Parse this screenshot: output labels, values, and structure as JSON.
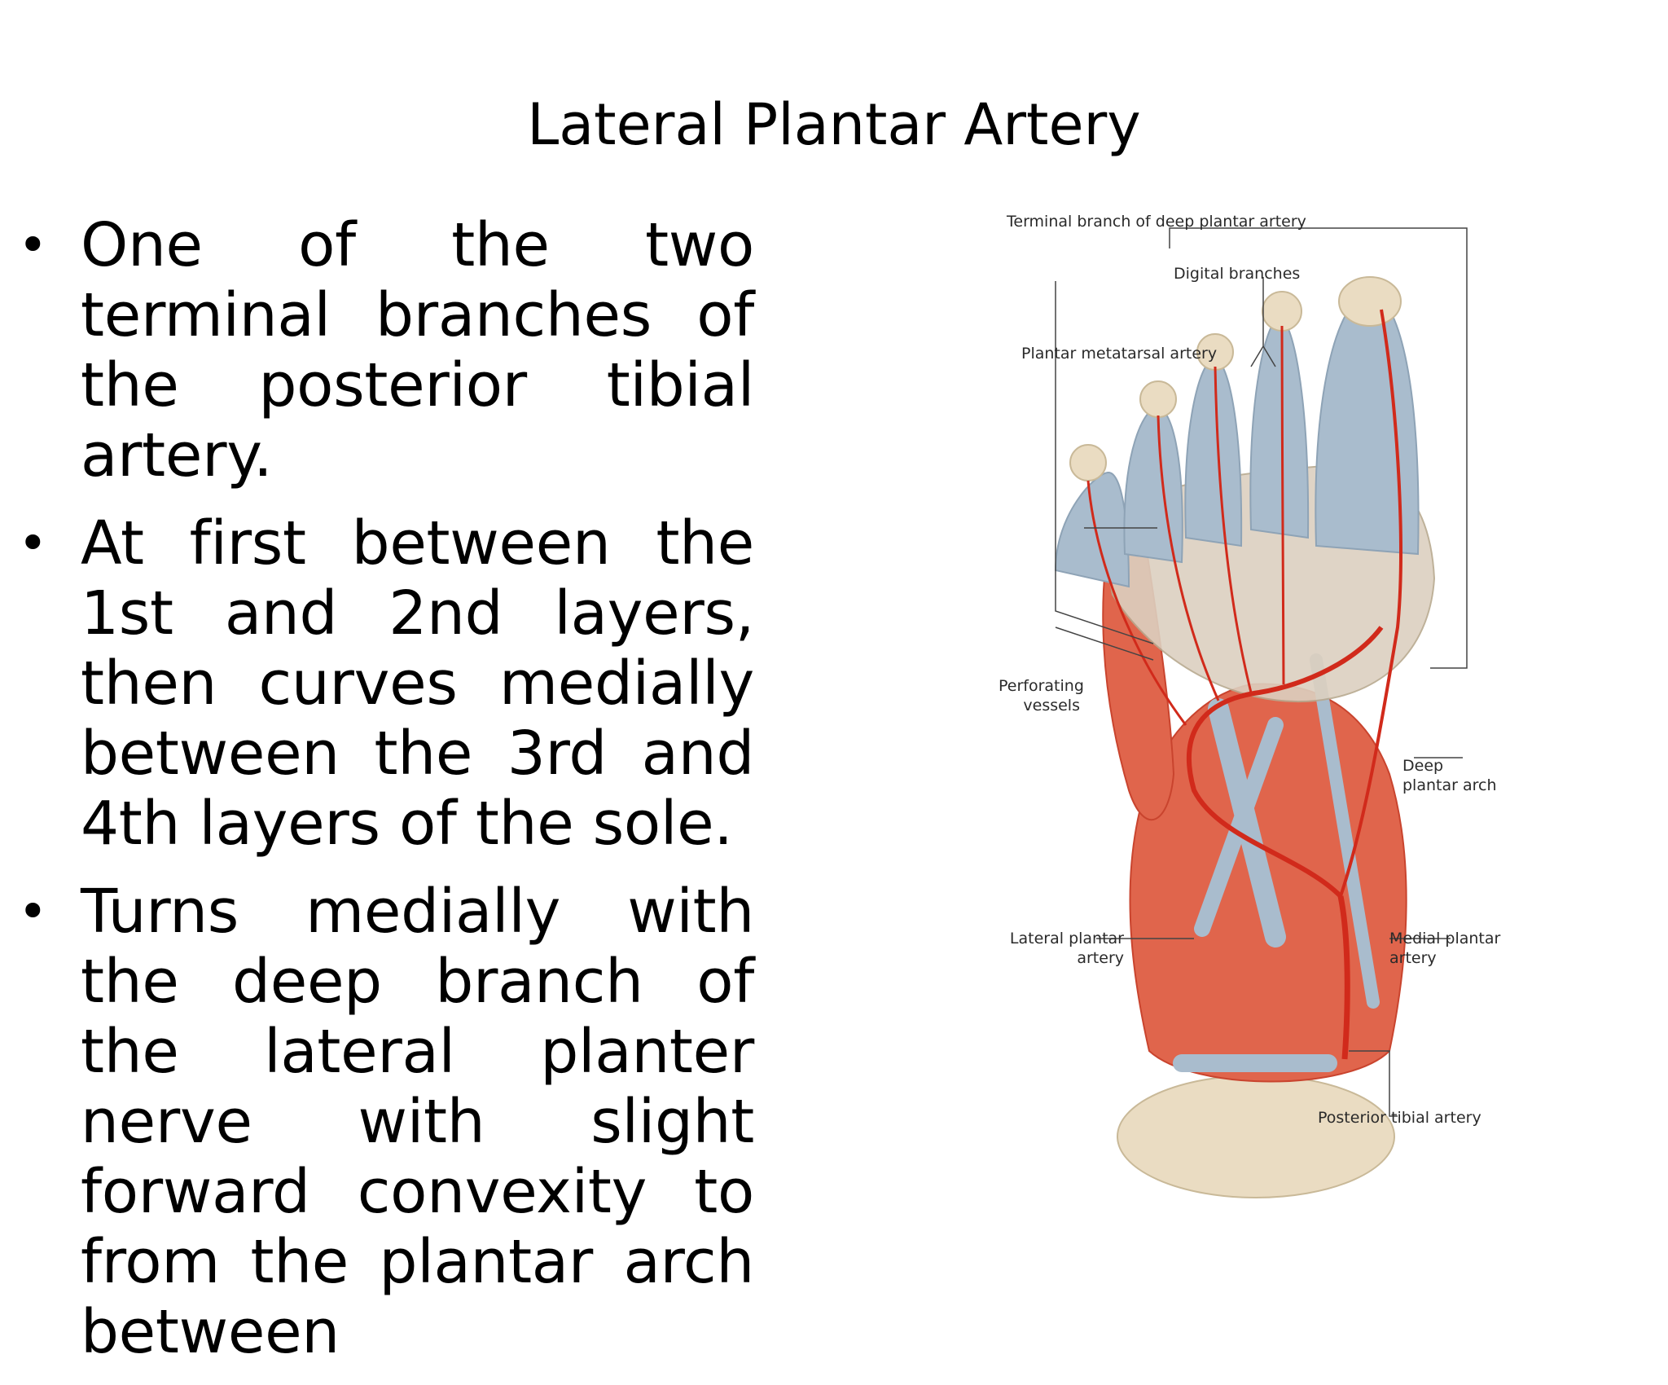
{
  "slide": {
    "title": "Lateral Plantar Artery",
    "bullets": [
      "One of the two terminal branches of the posterior tibial artery.",
      "At first between the 1st and 2nd layers, then curves medially between the 3rd and 4th layers of the sole.",
      "Turns medially with the deep branch of the lateral planter nerve with slight forward convexity to from the plantar arch between"
    ]
  },
  "figure": {
    "labels": {
      "terminal_branch": "Terminal branch of deep plantar artery",
      "digital_branches": "Digital branches",
      "plantar_metatarsal": "Plantar metatarsal artery",
      "perforating_1": "Perforating",
      "perforating_2": "vessels",
      "deep_arch_1": "Deep",
      "deep_arch_2": "plantar arch",
      "lateral_plantar_1": "Lateral plantar",
      "lateral_plantar_2": "artery",
      "medial_plantar_1": "Medial plantar",
      "medial_plantar_2": "artery",
      "posterior_tibial": "Posterior tibial artery"
    },
    "colors": {
      "muscle": "#e0654c",
      "muscle_dark": "#c9442e",
      "tendon": "#a9bccd",
      "bone": "#eadcc2",
      "artery": "#d12a1b",
      "leader": "#444444"
    }
  }
}
